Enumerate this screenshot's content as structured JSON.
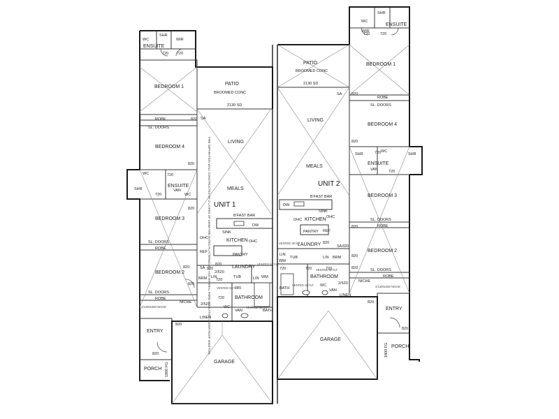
{
  "unit1": {
    "unit_label": "UNIT 1",
    "patio": "PATIO",
    "patio_finish": "BROOMED CONC",
    "door_2130": "2130 SD",
    "living": "LIVING",
    "meals": "MEALS",
    "bfast_bar": "B'FAST BAR",
    "sink": "SINK",
    "dw": "DW",
    "kitchen": "KITCHEN",
    "ohc_a": "OHC",
    "ohc_b": "OHC",
    "ref": "REF",
    "pantry": "PANTRY",
    "laundry": "LAUNDRY",
    "vented_skylt_a": "VENTED SKYLT",
    "vented_skylt_b": "VENTED SKYLT",
    "vented_skylt_c": "VENTED SKYLT",
    "brm": "BRM",
    "lin_a": "LIN",
    "lin_b": "LIN",
    "tub": "TUB",
    "wm": "WM",
    "bathroom": "BATHROOM",
    "van": "VAN",
    "bath": "BATH",
    "wc": "WC",
    "linen": "LINEN",
    "d2520": "2/520",
    "d2520b": "2/520",
    "niche": "NICHE",
    "niche_note": "2/1200x450 NICHE",
    "entry": "ENTRY",
    "porch": "PORCH",
    "fg": "1800 FG",
    "garage": "GARAGE",
    "bed1": "BEDROOM 1",
    "bed2": "BEDROOM 2",
    "bed3": "BEDROOM 3",
    "bed4": "BEDROOM 4",
    "ensuite_a": "ENSUITE",
    "ensuite_b": "ENSUITE",
    "ens_wc": "WC",
    "ens_shr": "SHR",
    "ens_wir": "WIR",
    "ens2_wc": "WC",
    "ens2_shr": "SHR",
    "ens2_van": "VAN",
    "ens2_wc2": "WC",
    "robe_a": "ROBE",
    "robe_b": "ROBE",
    "robe_c": "ROBE",
    "sl_doors_a": "SL. DOORS",
    "sl_doors_b": "SL. DOORS",
    "sl_doors_c": "SL. DOORS",
    "sa_a": "SA",
    "sa_b": "SA",
    "d720_a": "720",
    "d720_b": "720",
    "d720_c": "720",
    "d720_d": "720",
    "d720_e": "720",
    "d720_f": "720",
    "d720_g": "720",
    "d820_a": "820",
    "d820_b": "820",
    "d820_c": "820",
    "d820_d": "820",
    "d820_e": "820",
    "d820_f": "820",
    "d820_g": "820",
    "d820_h": "820",
    "d820_i": "820",
    "party_note": "FIRE SEPARATION WALL CONSTRUCTED OF 2 LAYERS OF 16MM FIRE RATED PLASTERBOARD AND MINERAL FIBRE INSULATION UNDER ROOF SHEETING"
  },
  "unit2": {
    "unit_label": "UNIT 2",
    "patio": "PATIO",
    "patio_finish": "BROOMED CONC",
    "door_2130": "2130 SD",
    "living": "LIVING",
    "meals": "MEALS",
    "bfast_bar": "B'FAST BAR",
    "sink": "SINK",
    "dw": "DW",
    "kitchen": "KITCHEN",
    "ohc_a": "OHC",
    "ohc_b": "OHC",
    "ref": "REF",
    "pantry": "PANTRY",
    "laundry": "LAUNDRY",
    "vented_skylt_a": "VENTED SKYLT",
    "vented_skylt_b": "VENTED SKYLT",
    "vented_skylt_c": "VENTED SKYLT",
    "brm": "BRM",
    "lin_a": "LIN",
    "lin_b": "LIN",
    "tub": "TUB",
    "wm": "WM",
    "bathroom": "BATHROOM",
    "van": "VAN",
    "bath": "BATH",
    "wc": "WC",
    "linen": "LINEN",
    "d2520": "2/520",
    "niche": "NICHE",
    "niche_note": "2/1200x450 NICHE",
    "entry": "ENTRY",
    "porch": "PORCH",
    "fg": "1800 FG",
    "garage": "GARAGE",
    "bed1": "BEDROOM 1",
    "bed2": "BEDROOM 2",
    "bed3": "BEDROOM 3",
    "bed4": "BEDROOM 4",
    "ensuite_a": "ENSUITE",
    "ensuite_b": "ENSUITE",
    "ens_wc": "WC",
    "ens_shr": "SHR",
    "ens_wir": "WIR",
    "ens2_wc": "WC",
    "ens2_shr": "SHR",
    "ens2_van": "VAN",
    "ens2_shr2": "SHR",
    "robe_a": "ROBE",
    "robe_b": "ROBE",
    "robe_c": "ROBE",
    "sl_doors_a": "SL. DOORS",
    "sl_doors_b": "SL. DOORS",
    "sl_doors_c": "SL. DOORS",
    "sa_a": "SA",
    "sa_b": "SA",
    "d720_a": "720",
    "d720_b": "720",
    "d720_c": "720",
    "d720_d": "720",
    "d720_e": "720",
    "d720_f": "720",
    "d720_g": "720",
    "d820_a": "820",
    "d820_b": "820",
    "d820_c": "820",
    "d820_d": "820",
    "d820_e": "820",
    "d820_f": "820",
    "d820_g": "820",
    "d820_h": "820",
    "d820_i": "820"
  }
}
